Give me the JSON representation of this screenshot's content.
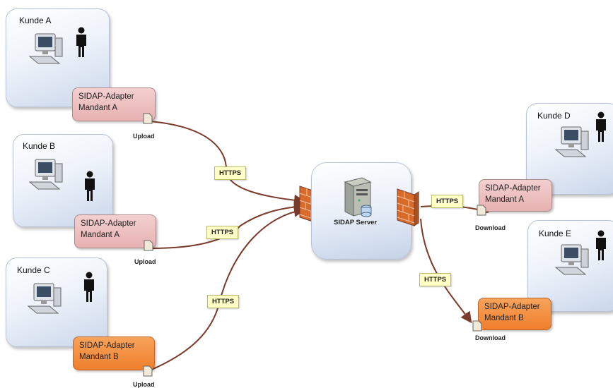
{
  "customers": [
    {
      "label": "Kunde  A",
      "adapter_line1": "SIDAP-Adapter",
      "adapter_line2": "Mandant A",
      "transfer": "Upload"
    },
    {
      "label": "Kunde B",
      "adapter_line1": "SIDAP-Adapter",
      "adapter_line2": "Mandant A",
      "transfer": "Upload"
    },
    {
      "label": "Kunde C",
      "adapter_line1": "SIDAP-Adapter",
      "adapter_line2": "Mandant B",
      "transfer": "Upload"
    },
    {
      "label": "Kunde D",
      "adapter_line1": "SIDAP-Adapter",
      "adapter_line2": "Mandant A",
      "transfer": "Download"
    },
    {
      "label": "Kunde E",
      "adapter_line1": "SIDAP-Adapter",
      "adapter_line2": "Mandant B",
      "transfer": "Download"
    }
  ],
  "server": {
    "label": "SIDAP Server"
  },
  "protocol_label": "HTTPS",
  "colors": {
    "adapter_a": "#e9b6b6",
    "adapter_b": "#f28a3a",
    "connector": "#7a3b2a",
    "https_bg": "#ffffc6"
  }
}
